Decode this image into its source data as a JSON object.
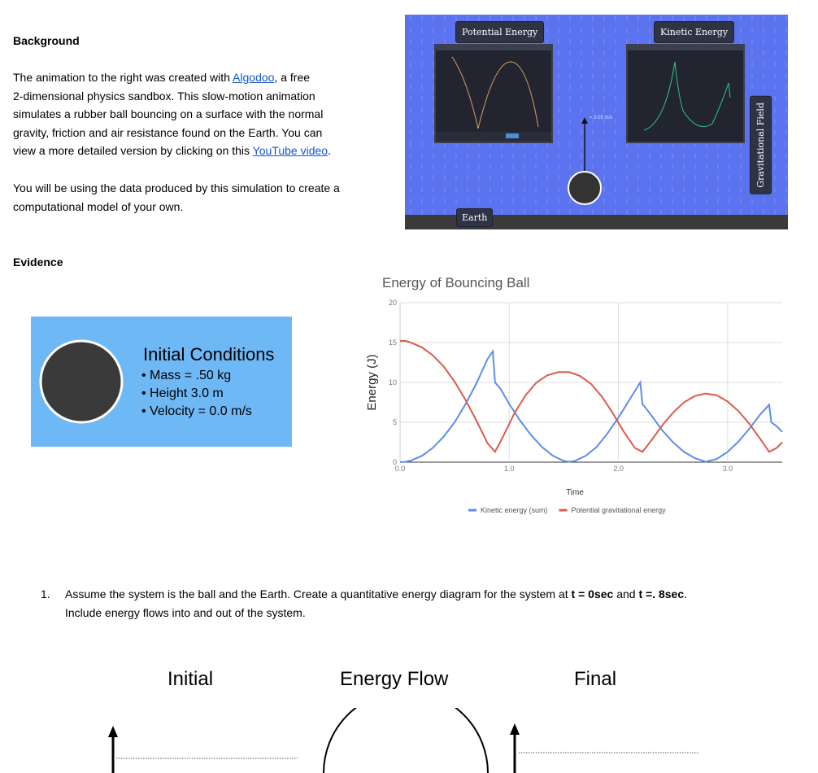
{
  "background": {
    "heading": "Background",
    "p1_line1_pre": "The animation to the right was created with ",
    "p1_link1": "Algodoo",
    "p1_line1_post": ", a free",
    "p1_line2": "2-dimensional physics sandbox.  This slow-motion animation",
    "p1_line3": "simulates a rubber ball bouncing on a surface with the normal",
    "p1_line4": "gravity, friction and air resistance found on the Earth.  You can",
    "p1_line5_pre": "view a more detailed version by clicking on this ",
    "p1_link2": "YouTube video",
    "p1_line5_post": ".",
    "p2_line1": "You will be using the data produced by this simulation to create a",
    "p2_line2": "computational model of your own."
  },
  "simulation": {
    "label_potential": "Potential Energy",
    "label_kinetic": "Kinetic Energy",
    "label_field": "Gravitational Field",
    "label_earth": "Earth",
    "velocity_readout": "= 3.05 m/s",
    "colors": {
      "bg": "#5b73ef",
      "ground": "#3a3a3a",
      "pe_curve": "#d9a066",
      "ke_curve": "#2fc48d"
    }
  },
  "evidence": {
    "heading": "Evidence",
    "initial_conditions": {
      "title": "Initial Conditions",
      "items": [
        "Mass = .50 kg",
        "Height 3.0 m",
        "Velocity = 0.0 m/s"
      ]
    }
  },
  "chart_data": {
    "type": "line",
    "title": "Energy of Bouncing Ball",
    "xlabel": "Time",
    "ylabel": "Energy (J)",
    "xlim": [
      0,
      3.5
    ],
    "ylim": [
      0,
      20
    ],
    "xticks": [
      "0.0",
      "1.0",
      "2.0",
      "3.0"
    ],
    "yticks": [
      "0",
      "5",
      "10",
      "15",
      "20"
    ],
    "grid": true,
    "legend": "bottom",
    "series": [
      {
        "name": "Kinetic energy (sum)",
        "color": "#5b8def",
        "x": [
          0,
          0.05,
          0.1,
          0.2,
          0.3,
          0.4,
          0.5,
          0.6,
          0.7,
          0.8,
          0.85,
          0.87,
          0.92,
          1.0,
          1.1,
          1.2,
          1.3,
          1.4,
          1.5,
          1.55,
          1.6,
          1.7,
          1.8,
          1.9,
          2.0,
          2.1,
          2.2,
          2.22,
          2.3,
          2.4,
          2.5,
          2.6,
          2.7,
          2.8,
          2.9,
          3.0,
          3.1,
          3.2,
          3.3,
          3.38,
          3.4,
          3.45,
          3.5
        ],
        "y": [
          0,
          0.05,
          0.2,
          0.8,
          1.8,
          3.2,
          5.0,
          7.3,
          9.9,
          12.9,
          13.9,
          10.0,
          9.2,
          7.3,
          5.2,
          3.4,
          1.9,
          0.8,
          0.15,
          0.05,
          0.15,
          0.8,
          1.9,
          3.6,
          5.6,
          7.8,
          10.0,
          7.3,
          5.9,
          4.0,
          2.5,
          1.3,
          0.5,
          0.05,
          0.4,
          1.3,
          2.6,
          4.2,
          6.0,
          7.2,
          5.0,
          4.5,
          3.8
        ]
      },
      {
        "name": "Potential gravitational energy",
        "color": "#db5b4c",
        "x": [
          0,
          0.05,
          0.1,
          0.2,
          0.3,
          0.4,
          0.5,
          0.6,
          0.7,
          0.8,
          0.87,
          0.95,
          1.05,
          1.15,
          1.25,
          1.35,
          1.45,
          1.55,
          1.65,
          1.75,
          1.85,
          1.95,
          2.05,
          2.15,
          2.22,
          2.3,
          2.4,
          2.5,
          2.6,
          2.7,
          2.8,
          2.9,
          3.0,
          3.1,
          3.2,
          3.3,
          3.38,
          3.45,
          3.5
        ],
        "y": [
          15.2,
          15.2,
          15.0,
          14.4,
          13.4,
          12.0,
          10.1,
          7.8,
          5.2,
          2.4,
          1.3,
          3.4,
          6.2,
          8.4,
          10.0,
          10.9,
          11.3,
          11.3,
          10.8,
          9.8,
          8.2,
          6.1,
          3.8,
          1.8,
          1.3,
          2.7,
          4.6,
          6.2,
          7.5,
          8.3,
          8.6,
          8.4,
          7.6,
          6.4,
          4.8,
          2.9,
          1.3,
          1.8,
          2.5
        ]
      }
    ]
  },
  "question": {
    "number": "1.",
    "line1_pre": "Assume the system is the ball and the Earth.  Create a quantitative energy diagram for the system at ",
    "t0": "t = 0sec",
    "and": " and ",
    "t8": "t =. 8sec",
    "period": ".",
    "line2": "Include energy flows into and out of the system."
  },
  "diagram": {
    "initial": "Initial",
    "flow": "Energy Flow",
    "final": "Final"
  }
}
